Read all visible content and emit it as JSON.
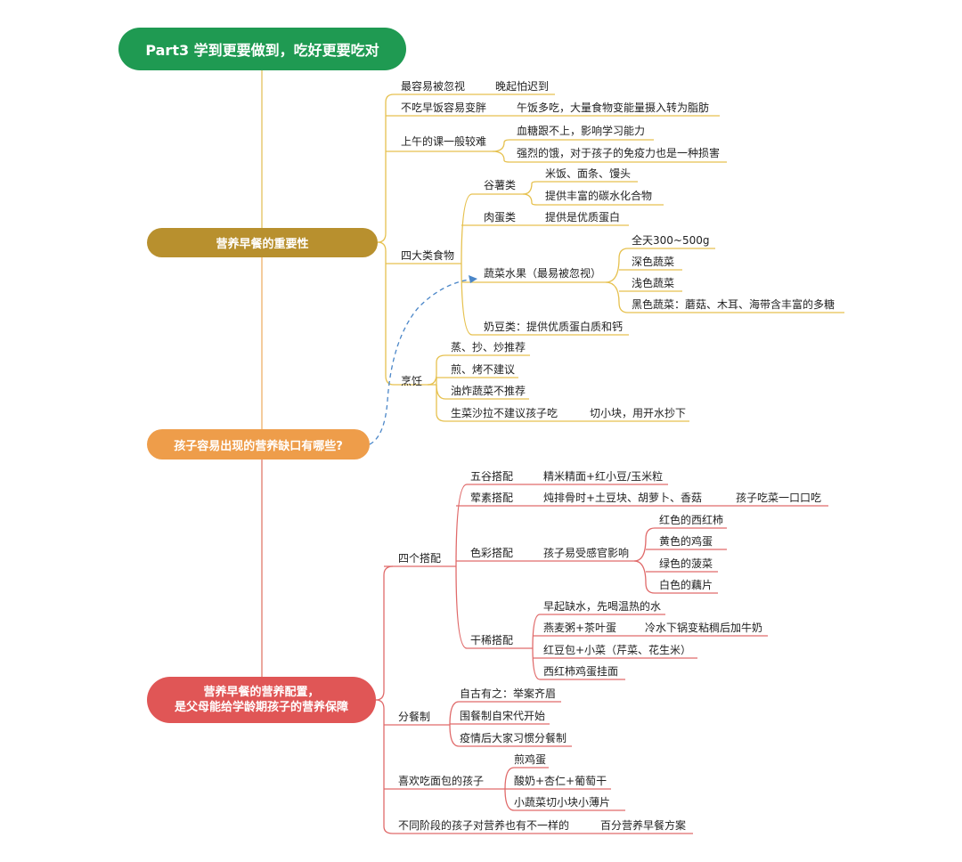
{
  "title": "Part3 学到更要做到，吃好更要吃对",
  "colors": {
    "title": "#1f9a52",
    "importance": "#b8902e",
    "gaps": "#ee9d4a",
    "config": "#e05656",
    "dashed": "#4a86c8"
  },
  "importance": {
    "label": "营养早餐的重要性",
    "ignored": "最容易被忽视",
    "ignored_note": "晚起怕迟到",
    "fat": "不吃早饭容易变胖",
    "fat_note": "午饭多吃，大量食物变能量摄入转为脂肪",
    "class": "上午的课一般较难",
    "class_note1": "血糖跟不上，影响学习能力",
    "class_note2": "强烈的饿，对于孩子的免疫力也是一种损害",
    "four": "四大类食物",
    "grain": "谷薯类",
    "grain_1": "米饭、面条、馒头",
    "grain_2": "提供丰富的碳水化合物",
    "meat": "肉蛋类",
    "meat_1": "提供是优质蛋白",
    "veg": "蔬菜水果（最易被忽视）",
    "veg_1": "全天300~500g",
    "veg_2": "深色蔬菜",
    "veg_3": "浅色蔬菜",
    "veg_4": "黑色蔬菜：蘑菇、木耳、海带含丰富的多糖",
    "dairy": "奶豆类：提供优质蛋白质和钙",
    "cook": "烹饪",
    "cook_1": "蒸、抄、炒推荐",
    "cook_2": "煎、烤不建议",
    "cook_3": "油炸蔬菜不推荐",
    "cook_4": "生菜沙拉不建议孩子吃",
    "cook_4_note": "切小块，用开水抄下"
  },
  "gaps": {
    "label": "孩子容易出现的营养缺口有哪些?"
  },
  "config": {
    "label_line1": "营养早餐的营养配置，",
    "label_line2": "是父母能给学龄期孩子的营养保障",
    "four": "四个搭配",
    "grains": "五谷搭配",
    "grains_1": "精米精面+红小豆/玉米粒",
    "mix": "荤素搭配",
    "mix_1": "炖排骨时+土豆块、胡萝卜、香菇",
    "mix_2": "孩子吃菜一口口吃",
    "color": "色彩搭配",
    "color_1": "孩子易受感官影响",
    "color_a": "红色的西红柿",
    "color_b": "黄色的鸡蛋",
    "color_c": "绿色的菠菜",
    "color_d": "白色的藕片",
    "dry": "干稀搭配",
    "dry_1": "早起缺水，先喝温热的水",
    "dry_2": "燕麦粥+茶叶蛋",
    "dry_2_note": "冷水下锅变粘稠后加牛奶",
    "dry_3": "红豆包+小菜（芹菜、花生米）",
    "dry_4": "西红柿鸡蛋挂面",
    "split": "分餐制",
    "split_1": "自古有之：举案齐眉",
    "split_2": "围餐制自宋代开始",
    "split_3": "疫情后大家习惯分餐制",
    "bread": "喜欢吃面包的孩子",
    "bread_1": "煎鸡蛋",
    "bread_2": "酸奶+杏仁+葡萄干",
    "bread_3": "小蔬菜切小块小薄片",
    "stage": "不同阶段的孩子对营养也有不一样的",
    "stage_note": "百分营养早餐方案"
  }
}
